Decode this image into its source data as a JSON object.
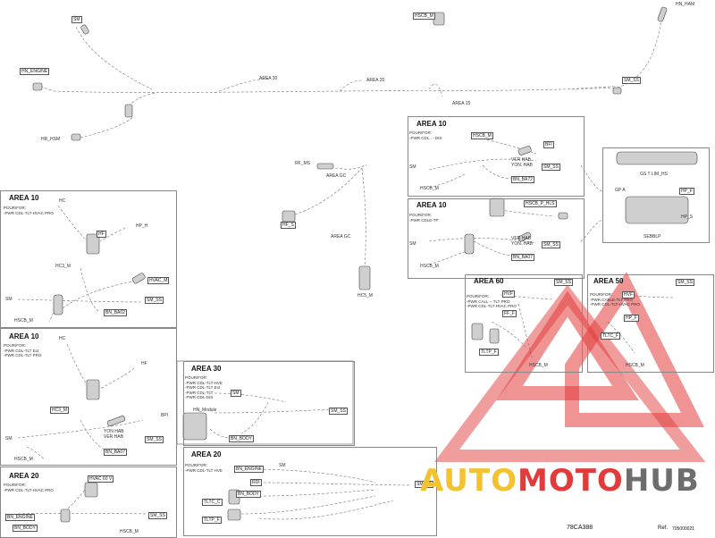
{
  "diagram": {
    "main_labels": {
      "sm_top": "SM",
      "hscb_m": "HSCB_M",
      "hn_ham": "HN_HAM",
      "hn_engine": "HN_ENGINE",
      "area30_top": "AREA 30",
      "area20_top": "AREA 20",
      "sm_ss_top": "SM_SS",
      "area15": "AREA 15",
      "hr_hsm": "HR_HSM",
      "rf_ms": "RF_MS",
      "area_gc": "AREA GC",
      "hf_s": "HF_S",
      "area_gc2": "AREA GC",
      "hc5_m": "HC5_M"
    },
    "area10_top": {
      "title": "AREA 10",
      "desc": "POUR/FOR:\n-PWR CDL.. - DIS",
      "labels": {
        "hscb_m": "HSCB_M",
        "bfi": "BFI",
        "sm": "SM",
        "ver": "VER HAB\nYON. HAB",
        "sm_ss": "SM_SS",
        "bn_ba": "BN_BA72",
        "hscb_m2": "HSCB_M"
      }
    },
    "area10_mid": {
      "title": "AREA 10",
      "desc": "POUR/FOR:\n-PWR CDLE-TP",
      "labels": {
        "hscb_p": "HSCB_P_HLS",
        "sm": "SM",
        "ver": "VER HAB\nYON. HAB",
        "sm_ss": "SM_SS",
        "bn_ba": "BN_BA07",
        "hscb_m": "HSCB_M"
      }
    },
    "detail": {
      "label1": "GS T LIM_HS",
      "label2": "HP_F",
      "label3": "GP A",
      "label4": "HP_S",
      "label5": "SEBBLP"
    },
    "area10_left1": {
      "title": "AREA 10",
      "desc": "POUR/FOR:\n-PWR CDL-TLT-HVAC PRO",
      "labels": {
        "hc": "HC",
        "hf": "HF",
        "hp_h": "HP_H",
        "hc3_m": "HC3_M",
        "hvac_m": "HVAC_M",
        "sm": "SM",
        "sm_ss": "SM_SS",
        "hscb_m": "HSCB_M",
        "bn_ba": "BN_BA02"
      }
    },
    "area10_left2": {
      "title": "AREA 10",
      "desc": "POUR/FOR:\n-PWR CDL-TLT Ext\n-PWR CDL-TLT PRO",
      "labels": {
        "hc": "HC",
        "hf": "HF",
        "hc3_m": "HC3_M",
        "bpi": "BPI",
        "sm": "SM",
        "ver": "YON HAB\nVER HAB",
        "sm_ss": "SM_SS",
        "bn_ba": "BN_BA07",
        "hscb_m": "HSCB_M"
      }
    },
    "area20_left": {
      "title": "AREA 20",
      "desc": "POUR/FOR:\n-PWR CDL-TLT-HVAC PRO",
      "labels": {
        "hvac": "HVAC 60 V",
        "hn_engine": "BN_ENGINE",
        "sm_ss": "SM_SS",
        "bn_body": "BN_BODY",
        "hscb_m": "HSCB_M"
      }
    },
    "area30": {
      "title": "AREA 30",
      "desc": "POUR/FOR:\n-PWR CDL-TLT-HVE\n-PWR CDL-TLT Ext\n-PWR CDL-TLT\n-PWR CDL-DIS",
      "labels": {
        "sm": "SM",
        "hn_module": "HN_Module",
        "sm_ss": "SM_SS",
        "bn_body": "BN_BODY"
      }
    },
    "area20_bottom": {
      "title": "AREA 20",
      "desc": "POUR/FOR:\n-PWR CDL-TLT HVE",
      "labels": {
        "bn_engine": "BN_ENGINE",
        "sm": "SM",
        "rdi": "RDI",
        "bn_body": "BN_BODY",
        "tltc_c": "TLTC_C",
        "tltp_f": "TLTP_F",
        "sm_ss": "SM_SS"
      }
    },
    "area60": {
      "title": "AREA 60",
      "desc": "POUR/FOR:\n-PWR CALL -- TLT PRO\n-PWR CDL-TLT-HVAC PRO",
      "labels": {
        "sm_ss": "SM_SS",
        "hvf": "HVF",
        "ff_f": "FF_F",
        "tltp_f": "TLTP_F",
        "hscb_m": "HSCB_M"
      }
    },
    "area50": {
      "title": "AREA 50",
      "desc": "POUR/FOR:\n-PWR CABLE-TLT PRO\n-PWR CDL-TLT-HVAC PRO",
      "labels": {
        "sm_ss": "SM_SS",
        "hvf": "HVF",
        "hp_f": "HP_F",
        "tltc_f": "TLTC_F",
        "hscb_m": "HSCB_M"
      }
    },
    "ref_code": "78CA388",
    "ref_label": "Ref.",
    "ref_number": "705000021",
    "watermark": {
      "word1": "AUTO",
      "word2": "MOTO",
      "word3": "HUB",
      "red": "#e23b3b",
      "yellow": "#f2c230",
      "gray": "#6d6d6d"
    }
  }
}
